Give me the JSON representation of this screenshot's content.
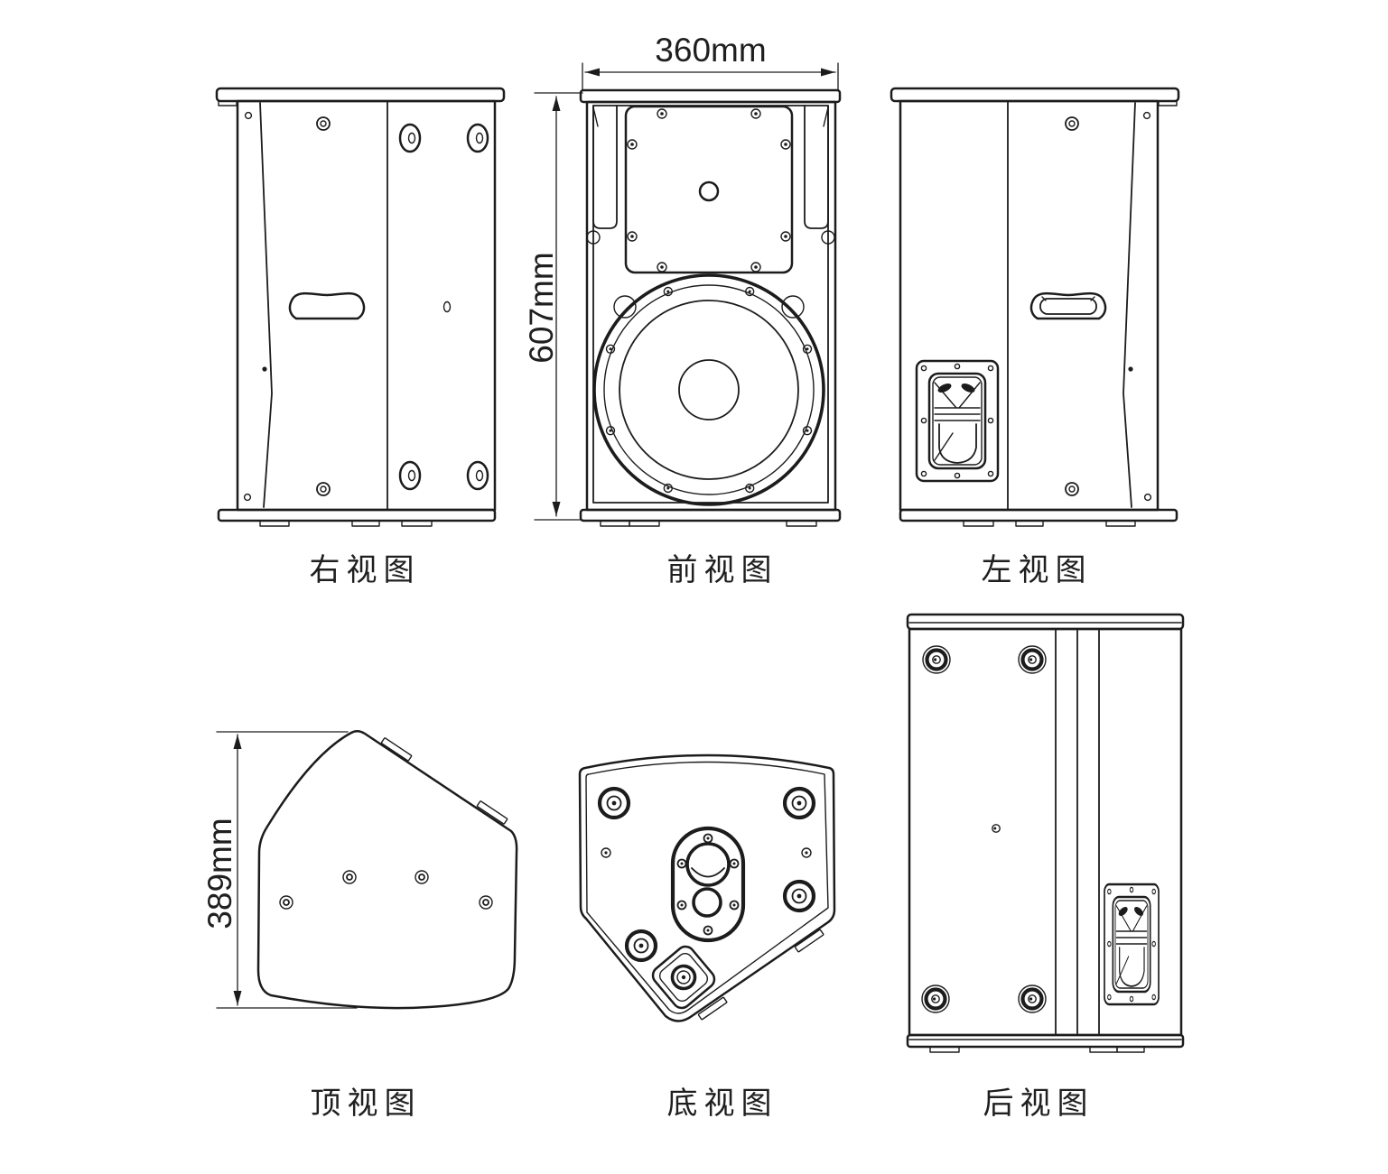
{
  "drawing_title": "speaker-cabinet-six-view-drawing",
  "views": {
    "right": {
      "label": "右视图"
    },
    "front": {
      "label": "前视图"
    },
    "left": {
      "label": "左视图"
    },
    "top": {
      "label": "顶视图"
    },
    "bottom": {
      "label": "底视图"
    },
    "rear": {
      "label": "后视图"
    }
  },
  "dimensions": {
    "width": "360mm",
    "height": "607mm",
    "depth": "389mm"
  },
  "style": {
    "line_color": "#1c1c1c",
    "background": "#ffffff"
  }
}
